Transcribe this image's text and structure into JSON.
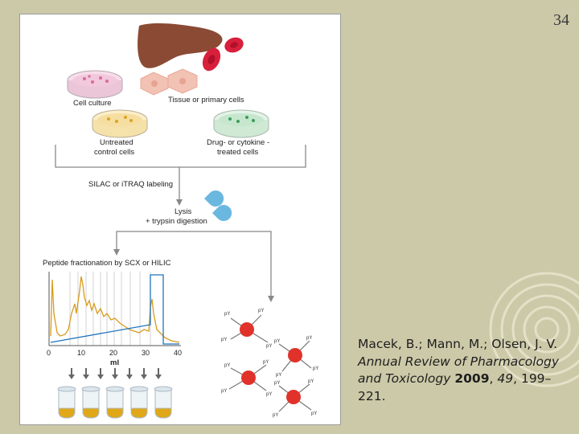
{
  "slide": {
    "page_number": "34"
  },
  "figure": {
    "labels": {
      "cell_culture": "Cell culture",
      "tissue": "Tissue or primary cells",
      "untreated_1": "Untreated",
      "untreated_2": "control cells",
      "treated_1": "Drug- or cytokine -",
      "treated_2": "treated  cells",
      "labeling": "SILAC or iTRAQ labeling",
      "lysis_1": "Lysis",
      "lysis_2": "+ trypsin digestion",
      "fractionation": "Peptide fractionation by SCX or HILIC",
      "axis_unit": "ml",
      "ticks": [
        "0",
        "10",
        "20",
        "30",
        "40"
      ],
      "phospho_tag": "pY"
    },
    "colors": {
      "orange_trace": "#d89b1c",
      "blue_trace": "#1f74bd",
      "red_node": "#e0322b",
      "tube_fill": "#e0a818"
    }
  },
  "citation": {
    "authors": "Macek, B.; Mann, M.; Olsen, J. V.",
    "journal": "Annual Review of Pharmacology and Toxicology",
    "year": "2009",
    "volume": "49",
    "pages": "199–221."
  }
}
